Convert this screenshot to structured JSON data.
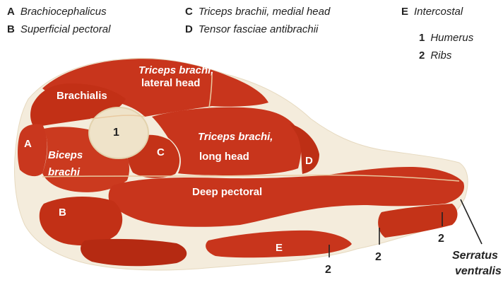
{
  "legend": {
    "items": [
      {
        "key": "A",
        "text": "Brachiocephalicus"
      },
      {
        "key": "B",
        "text": "Superficial pectoral"
      },
      {
        "key": "C",
        "text": "Triceps brachii, medial head"
      },
      {
        "key": "D",
        "text": "Tensor fasciae antibrachii"
      },
      {
        "key": "E",
        "text": "Intercostal"
      },
      {
        "key": "1",
        "text": "Humerus"
      },
      {
        "key": "2",
        "text": "Ribs"
      }
    ]
  },
  "labels": {
    "triceps_lateral_1": "Triceps brachi,",
    "triceps_lateral_2": "lateral head",
    "brachialis": "Brachialis",
    "triceps_long_1": "Triceps brachi,",
    "triceps_long_2": "long head",
    "biceps_1": "Biceps",
    "biceps_2": "brachi",
    "deep_pectoral": "Deep pectoral",
    "key_A": "A",
    "key_B": "B",
    "key_C": "C",
    "key_D": "D",
    "key_E": "E",
    "key_1": "1",
    "rib_2": "2",
    "serratus_1": "Serratus",
    "serratus_2": "ventralis"
  },
  "colors": {
    "meat": "#c8351c",
    "meat_dark": "#a92914",
    "fat": "#f6efe0",
    "bone": "#ece2cc",
    "text": "#222222"
  }
}
